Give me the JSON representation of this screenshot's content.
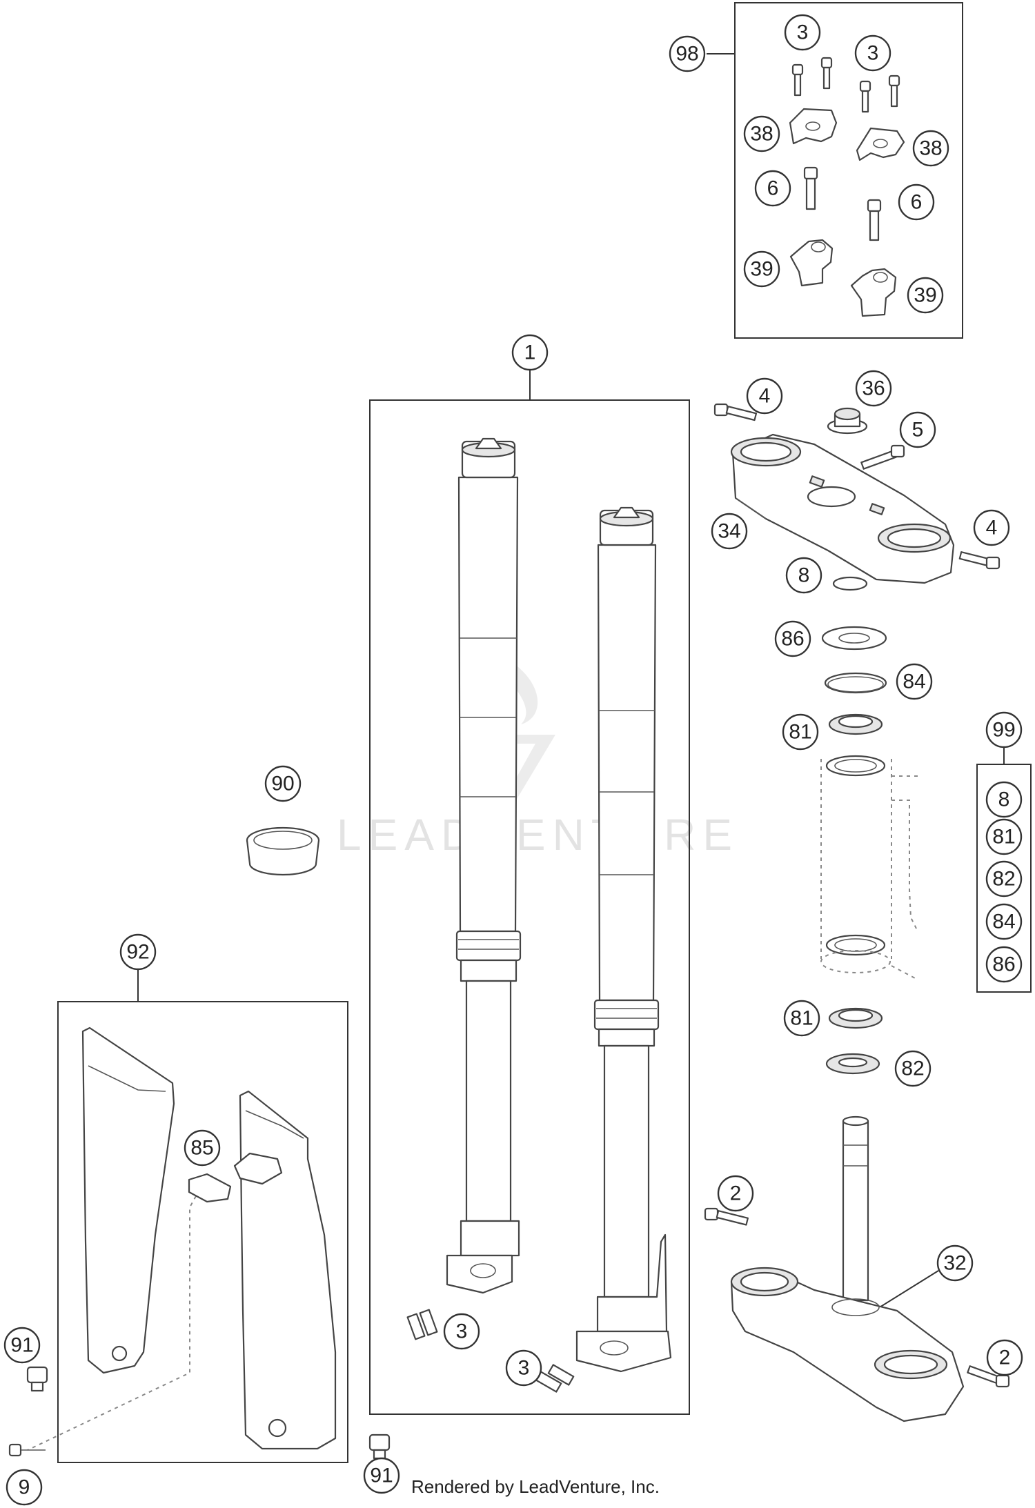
{
  "watermark": "LEADVENTURE",
  "footer": "Rendered by LeadVenture, Inc.",
  "callouts": {
    "c1": "1",
    "c2a": "2",
    "c2b": "2",
    "c3a": "3",
    "c3b": "3",
    "c3c": "3",
    "c3d": "3",
    "c4a": "4",
    "c4b": "4",
    "c5": "5",
    "c6a": "6",
    "c6b": "6",
    "c8a": "8",
    "c8b": "8",
    "c9": "9",
    "c32": "32",
    "c34": "34",
    "c36": "36",
    "c38a": "38",
    "c38b": "38",
    "c39a": "39",
    "c39b": "39",
    "c81a": "81",
    "c81b": "81",
    "c81c": "81",
    "c82a": "82",
    "c82b": "82",
    "c84a": "84",
    "c84b": "84",
    "c85": "85",
    "c86a": "86",
    "c86b": "86",
    "c90": "90",
    "c91a": "91",
    "c91b": "91",
    "c92": "92",
    "c98": "98",
    "c99": "99"
  }
}
